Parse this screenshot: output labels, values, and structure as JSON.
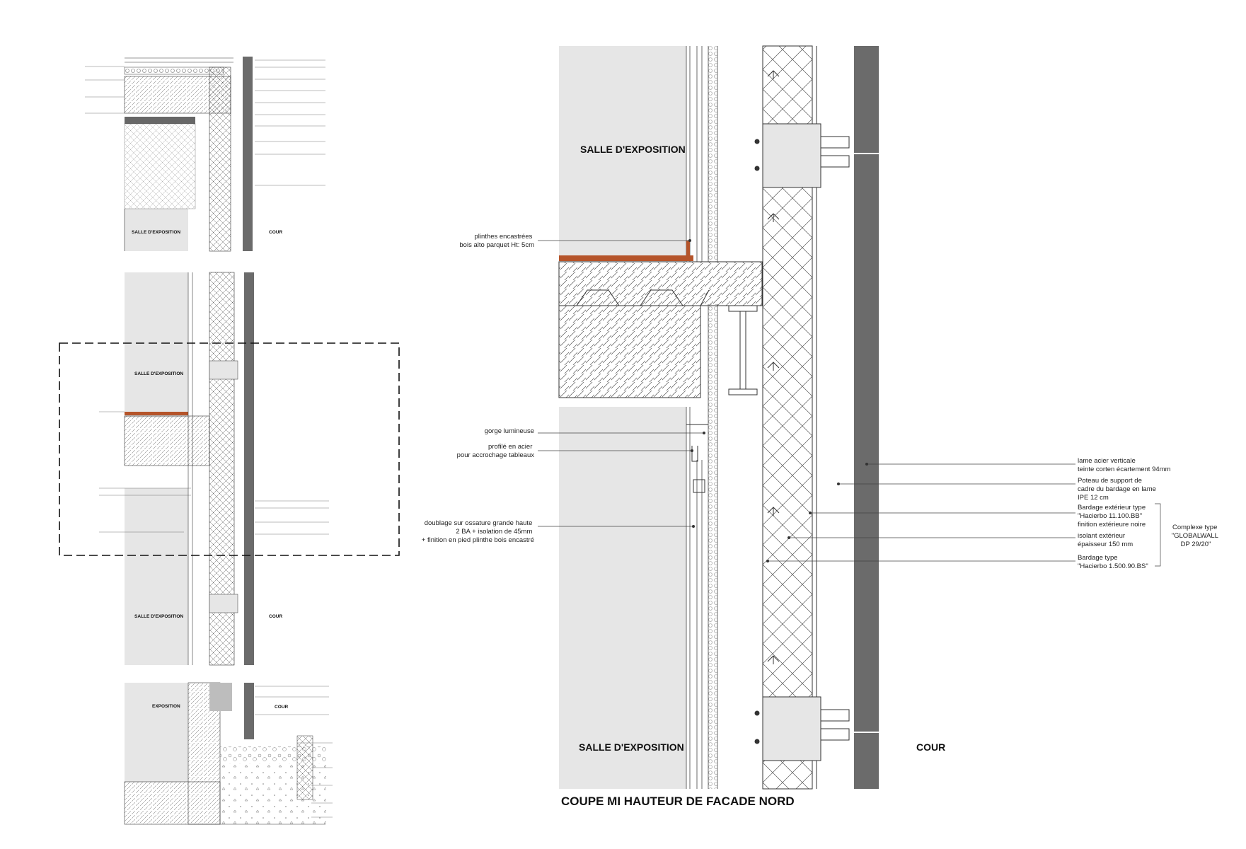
{
  "title": "COUPE MI HAUTEUR DE FACADE NORD",
  "main_labels": {
    "salle_top": "SALLE D'EXPOSITION",
    "salle_bottom": "SALLE D'EXPOSITION",
    "cour": "COUR"
  },
  "main_annotations_left": [
    {
      "lines": [
        "plinthes encastrées",
        "bois alto parquet Ht: 5cm"
      ]
    },
    {
      "lines": [
        "gorge lumineuse"
      ]
    },
    {
      "lines": [
        "profilé en acier",
        "pour accrochage tableaux"
      ]
    },
    {
      "lines": [
        "doublage sur ossature grande haute",
        "2 BA + isolation de 45mm",
        "+ finition en pied plinthe bois encastré"
      ]
    }
  ],
  "main_annotations_right": [
    {
      "lines": [
        "lame acier verticale",
        "teinte corten écartement 94mm"
      ]
    },
    {
      "lines": [
        "Poteau de support de",
        "cadre du bardage en lame",
        "IPE 12 cm"
      ]
    },
    {
      "lines": [
        "Bardage extérieur type",
        "\"Hacierbo 11.100.BB\"",
        "finition extérieure noire"
      ]
    },
    {
      "lines": [
        "isolant extérieur",
        "épaisseur 150 mm"
      ]
    },
    {
      "lines": [
        "Bardage type",
        "\"Hacierbo 1.500.90.BS\""
      ]
    }
  ],
  "complexe": [
    "Complexe type",
    "\"GLOBALWALL",
    "DP 29/20\""
  ],
  "thumb_top": {
    "left_label": "SALLE D'EXPOSITION",
    "right_label": "COUR"
  },
  "thumb_mid": {
    "label_top": "SALLE D'EXPOSITION",
    "label_bottom": "SALLE D'EXPOSITION",
    "right_label": "COUR"
  },
  "thumb_bottom": {
    "left_label": "EXPOSITION",
    "right_label": "COUR"
  },
  "colors": {
    "wall_fill": "#e6e6e6",
    "dark_cladding": "#6b6b6b",
    "parquet": "#b5542a",
    "line": "#333333"
  }
}
